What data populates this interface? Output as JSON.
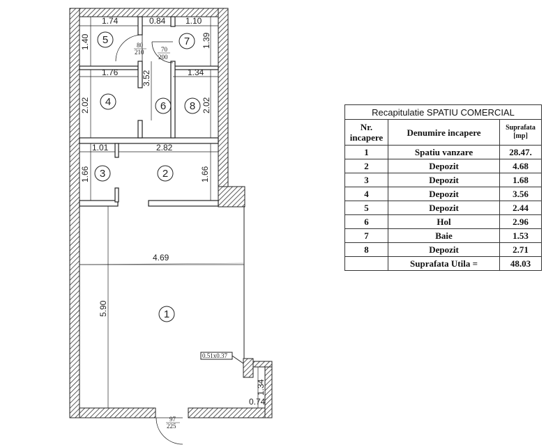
{
  "table": {
    "caption": "Recapitulatie SPATIU COMERCIAL",
    "headers": [
      "Nr. incapere",
      "Denumire incapere",
      "Suprafata [mp]"
    ],
    "rows": [
      {
        "nr": "1",
        "name": "Spatiu vanzare",
        "area": "28.47."
      },
      {
        "nr": "2",
        "name": "Depozit",
        "area": "4.68"
      },
      {
        "nr": "3",
        "name": "Depozit",
        "area": "1.68"
      },
      {
        "nr": "4",
        "name": "Depozit",
        "area": "3.56"
      },
      {
        "nr": "5",
        "name": "Depozit",
        "area": "2.44"
      },
      {
        "nr": "6",
        "name": "Hol",
        "area": "2.96"
      },
      {
        "nr": "7",
        "name": "Baie",
        "area": "1.53"
      },
      {
        "nr": "8",
        "name": "Depozit",
        "area": "2.71"
      }
    ],
    "total_label": "Suprafata Utila =",
    "total_value": "48.03"
  },
  "plan": {
    "rooms": [
      "1",
      "2",
      "3",
      "4",
      "5",
      "6",
      "7",
      "8"
    ],
    "dims": {
      "r5_w": "1.74",
      "r5_h": "1.40",
      "r6_top": "0.84",
      "r7_w": "1.10",
      "r7_h": "1.39",
      "r4_w": "1.76",
      "r4_h": "2.02",
      "r6_h": "3.52",
      "r8_w": "1.34",
      "r8_h": "2.02",
      "r3_w": "1.01",
      "r3_h": "1.66",
      "r2_w": "2.82",
      "r2_h": "1.66",
      "r1_w": "4.69",
      "r1_h": "5.90",
      "entry_w": "1.34",
      "entry_d": "0.74",
      "column": "0.51x0.37"
    },
    "doors": {
      "d5_w": "80",
      "d5_h": "210",
      "d7_w": "70",
      "d7_h": "200",
      "main_w": "97",
      "main_h": "225"
    }
  }
}
